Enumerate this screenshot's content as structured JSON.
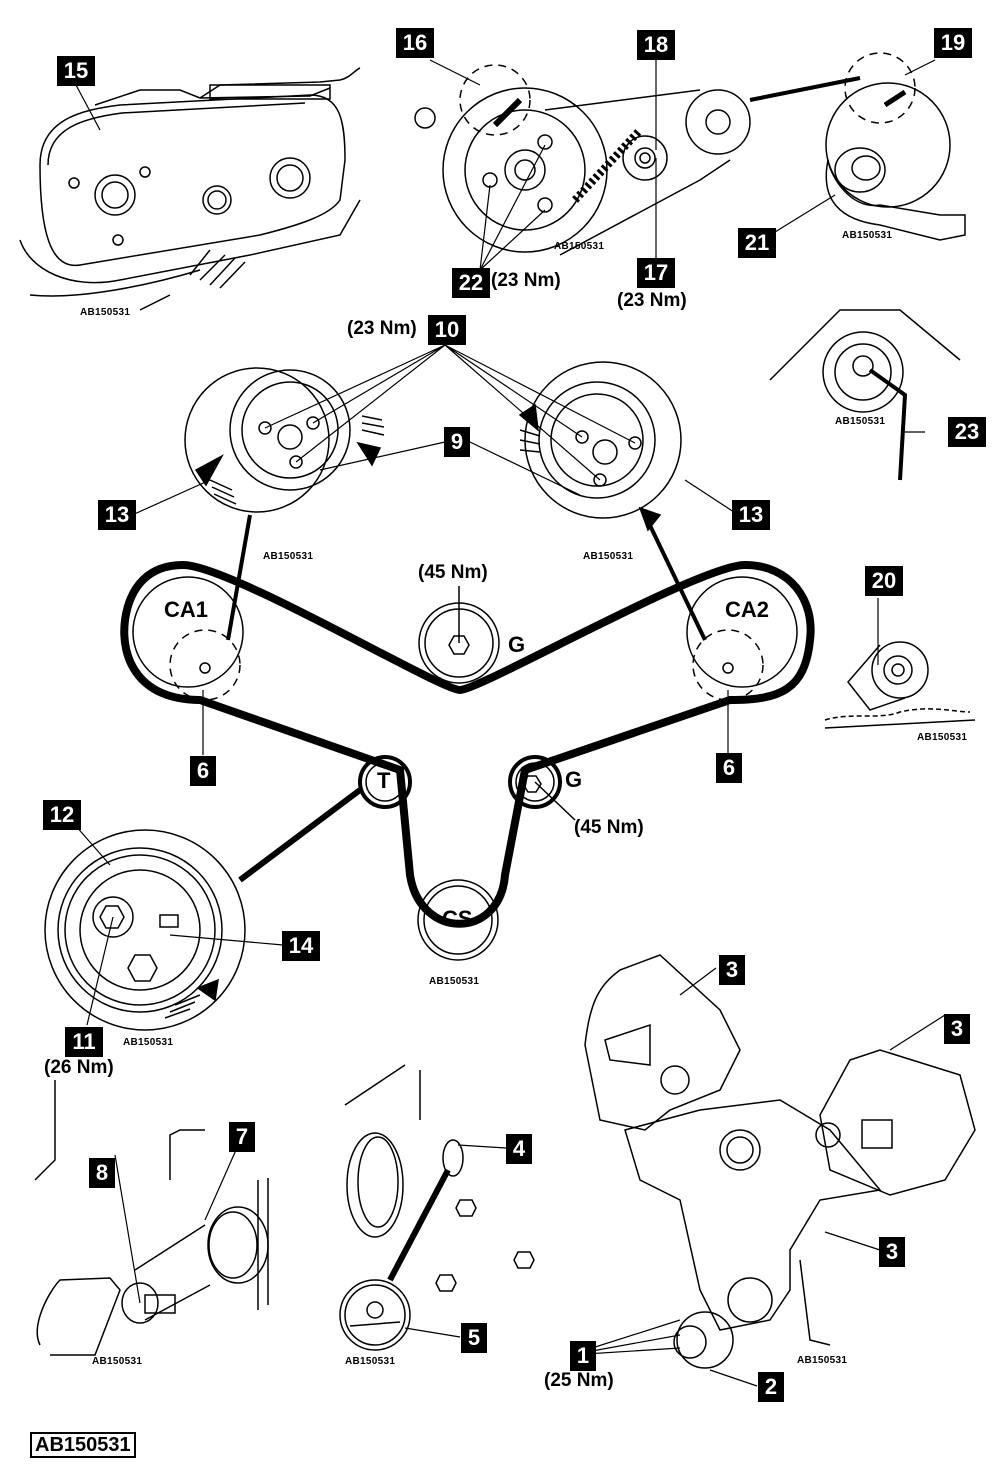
{
  "figure_id": "AB150531",
  "panel_ref": "AB150531",
  "callouts": {
    "c1": "1",
    "c2": "2",
    "c3a": "3",
    "c3b": "3",
    "c3c": "3",
    "c4": "4",
    "c5": "5",
    "c6a": "6",
    "c6b": "6",
    "c7": "7",
    "c8": "8",
    "c9": "9",
    "c10": "10",
    "c11": "11",
    "c12": "12",
    "c13a": "13",
    "c13b": "13",
    "c14": "14",
    "c15": "15",
    "c16": "16",
    "c17": "17",
    "c18": "18",
    "c19": "19",
    "c20": "20",
    "c21": "21",
    "c22": "22",
    "c23": "23"
  },
  "torques": {
    "t22": "(23 Nm)",
    "t17": "(23 Nm)",
    "t10": "(23 Nm)",
    "tG_top": "(45 Nm)",
    "tG_bottom": "(45 Nm)",
    "t11": "(26 Nm)",
    "t1": "(25 Nm)"
  },
  "pulleys": {
    "ca1": "CA1",
    "ca2": "CA2",
    "g_top": "G",
    "g_bottom": "G",
    "t": "T",
    "cs": "CS"
  },
  "colors": {
    "ink": "#000000",
    "paper": "#ffffff"
  }
}
